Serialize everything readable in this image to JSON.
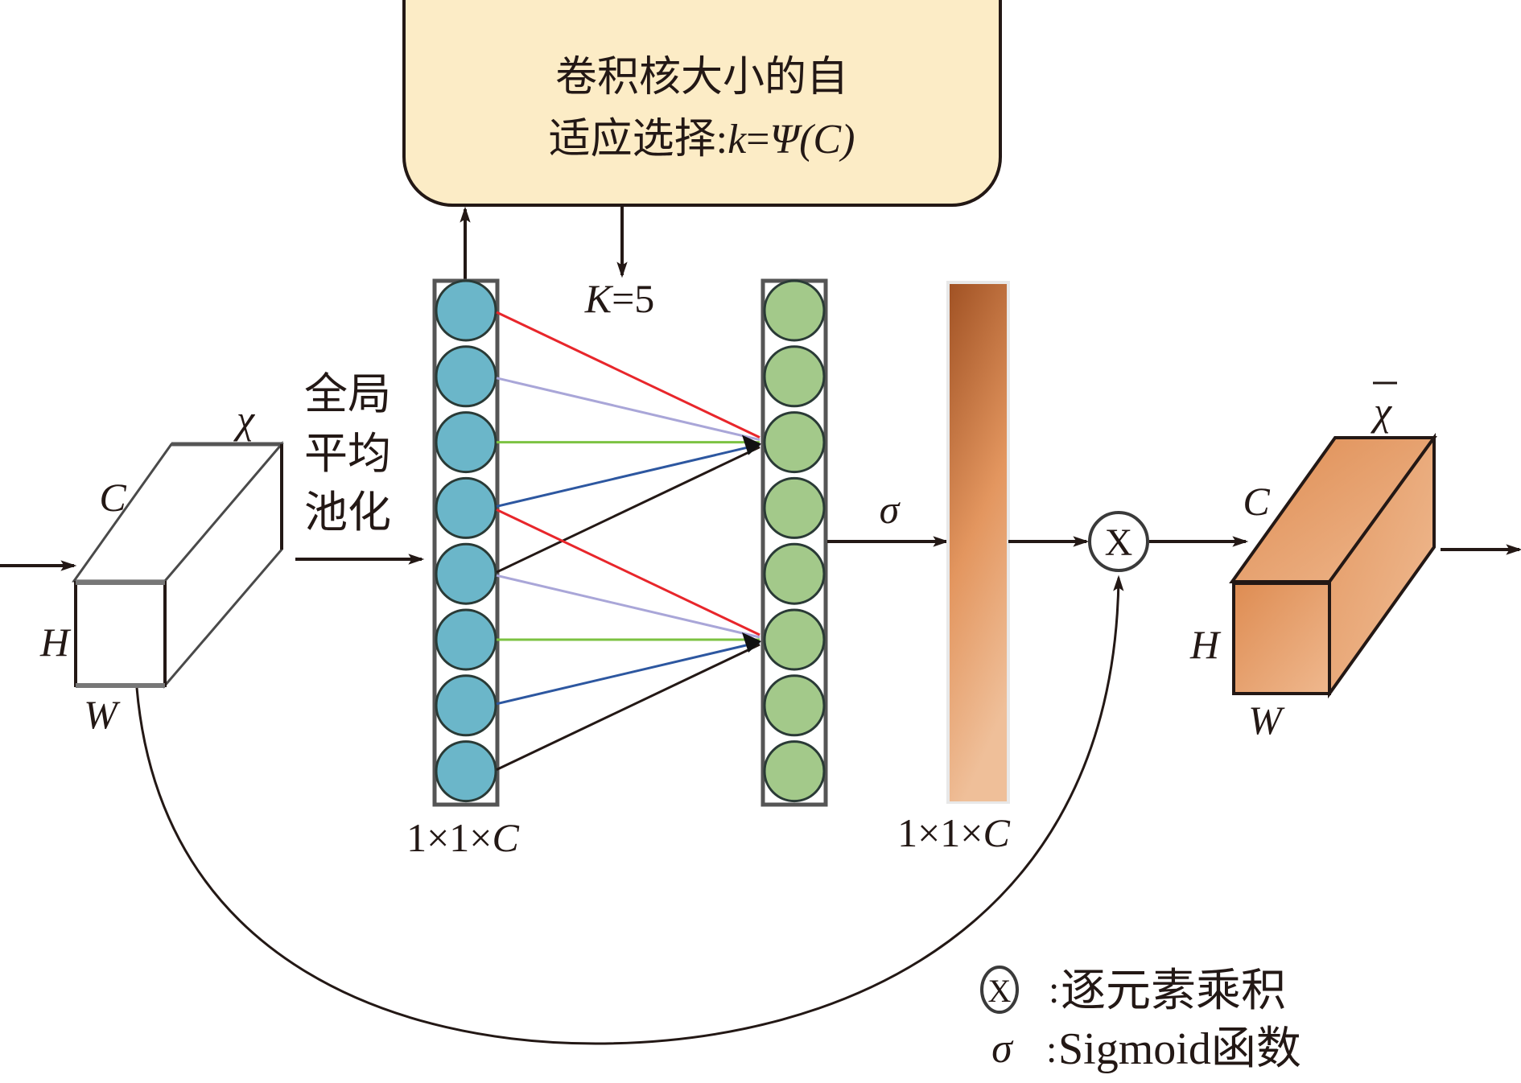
{
  "title_box": {
    "line1": "卷积核大小的自",
    "line2_cjk": "适应选择",
    "line2_colon": ":",
    "line2_formula_k": "k",
    "line2_formula_eq": "=",
    "line2_formula_psi": "Ψ",
    "line2_formula_arg": "(C)",
    "fill_color": "#fcecc6"
  },
  "kernel_label": {
    "var": "K",
    "rest": "=5"
  },
  "pooling_label": {
    "line1": "全局",
    "line2": "平均",
    "line3": "池化"
  },
  "input_tensor": {
    "name": "χ",
    "dims": {
      "c": "C",
      "h": "H",
      "w": "W"
    },
    "fill_color": "#ffffff"
  },
  "pooled_vector": {
    "label_prefix": "1×1×",
    "label_var": "C",
    "node_count": 8,
    "node_color": "#6bb6c9"
  },
  "conv_output_vector": {
    "node_count": 8,
    "node_color": "#a3c98a"
  },
  "connections": {
    "kernel_size": 5,
    "colors": [
      "#e8262b",
      "#a9a6d8",
      "#7cc242",
      "#2d57a0",
      "#231815"
    ],
    "groups": [
      {
        "target_node": 2,
        "sources": [
          0,
          1,
          2,
          3,
          4
        ]
      },
      {
        "target_node": 5,
        "sources": [
          3,
          4,
          5,
          6,
          7
        ]
      }
    ]
  },
  "sigma_label": "σ",
  "weight_vector": {
    "label_prefix": "1×1×",
    "label_var": "C",
    "gradient_top": "#a15224",
    "gradient_mid": "#e3965f",
    "gradient_bottom": "#efbf99"
  },
  "multiply_symbol": "X",
  "output_tensor": {
    "name": "χ",
    "dims": {
      "c": "C",
      "h": "H",
      "w": "W"
    },
    "fill_color": "#e39a63"
  },
  "legend": {
    "items": [
      {
        "symbol": "X",
        "sep": ":",
        "text": "逐元素乘积"
      },
      {
        "symbol": "σ",
        "sep": ":",
        "text": "Sigmoid函数"
      }
    ]
  }
}
